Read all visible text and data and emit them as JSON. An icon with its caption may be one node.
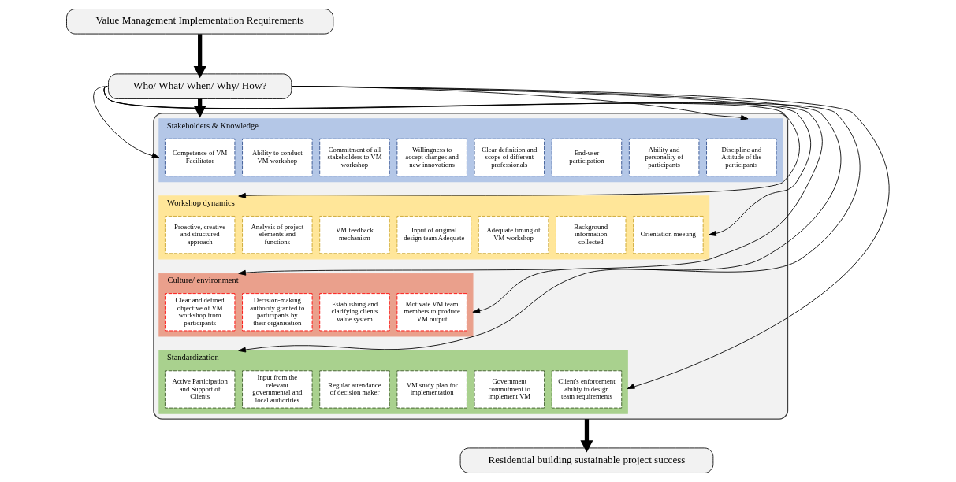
{
  "diagram": {
    "nodes": [
      {
        "text": [
          "Value Management Implementation Requirements"
        ]
      },
      {
        "text": [
          "Who/ What/ When/ Why/ How?"
        ]
      },
      {
        "text": [],
        "shape": "box"
      },
      {
        "text": [
          "Stakeholders & Knowledge"
        ],
        "in": 2
      },
      {
        "text": [
          "Competence of VM Facilitator"
        ],
        "in": 3
      },
      {
        "text": [
          "Ability to conduct VM workshop"
        ],
        "in": 3
      },
      {
        "text": [
          "Commitment of all stakeholders to VM workshop"
        ],
        "in": 3
      },
      {
        "text": [
          "Willingness to accept changes and new innovations"
        ],
        "in": 3
      },
      {
        "text": [
          "Clear definition and scope of different professionals"
        ],
        "in": 3
      },
      {
        "text": [
          "End-user participation"
        ],
        "in": 3
      },
      {
        "text": [
          "Ability and personality of participants"
        ],
        "in": 3
      },
      {
        "text": [
          "Discipline and Attitude of the participants"
        ],
        "in": 3
      },
      {
        "text": [
          "Workshop dynamics"
        ],
        "in": 2
      },
      {
        "text": [
          "Proactive, creative and structured approach"
        ],
        "in": 12
      },
      {
        "text": [
          "Analysis of project elements and functions"
        ],
        "in": 12
      },
      {
        "text": [
          "VM feedback mechanism"
        ],
        "in": 12
      },
      {
        "text": [
          "Input of original design team Adequate"
        ],
        "in": 12
      },
      {
        "text": [
          "Adequate timing of VM workshop"
        ],
        "in": 12
      },
      {
        "text": [
          "Background information collected"
        ],
        "in": 12
      },
      {
        "text": [
          "Orientation meeting"
        ],
        "in": 12
      },
      {
        "text": [
          "Culture/ environment"
        ],
        "in": 2
      },
      {
        "text": [
          "Clear and defined objective of VM workshop from participants"
        ],
        "in": 20
      },
      {
        "text": [
          "Decision-making authority granted to participants by their organisation"
        ],
        "in": 20
      },
      {
        "text": [
          "Establishing and clarifying clients value system"
        ],
        "in": 20
      },
      {
        "text": [
          "Motivate VM team members to produce VM output"
        ],
        "in": 20
      },
      {
        "text": [
          "Standardization"
        ],
        "in": 2
      },
      {
        "text": [
          "Active Participation and Support of Clients"
        ],
        "in": 25
      },
      {
        "text": [
          "Input from the relevant governmental and local authorities"
        ],
        "in": 25
      },
      {
        "text": [
          "Regular attendance of decision maker"
        ],
        "in": 25
      },
      {
        "text": [
          "VM study plan for implementation"
        ],
        "in": 25
      },
      {
        "text": [
          "Government commitment to implement VM"
        ],
        "in": 25
      },
      {
        "text": [
          "Client's enforcement ability to design team requirements"
        ],
        "in": 25
      },
      {
        "text": [
          "Residential building sustainable project success"
        ]
      }
    ],
    "edges": [
      {
        "from": 0,
        "to": 1,
        "arrow": "to",
        "style": "thick"
      },
      {
        "from": 1,
        "to": 2,
        "arrow": "to",
        "style": "thick"
      },
      {
        "from": 1,
        "to": 3,
        "arrow": "to"
      },
      {
        "from": 1,
        "to": 12,
        "arrow": "to"
      },
      {
        "from": 1,
        "to": 20,
        "arrow": "to"
      },
      {
        "from": 1,
        "to": 25,
        "arrow": "to"
      },
      {
        "from": 1,
        "to": 3,
        "arrow": "to"
      },
      {
        "from": 1,
        "to": 12,
        "arrow": "to"
      },
      {
        "from": 1,
        "to": 20,
        "arrow": "to"
      },
      {
        "from": 1,
        "to": 25,
        "arrow": "to"
      },
      {
        "from": 2,
        "to": 32,
        "arrow": "to",
        "style": "thick"
      }
    ]
  }
}
